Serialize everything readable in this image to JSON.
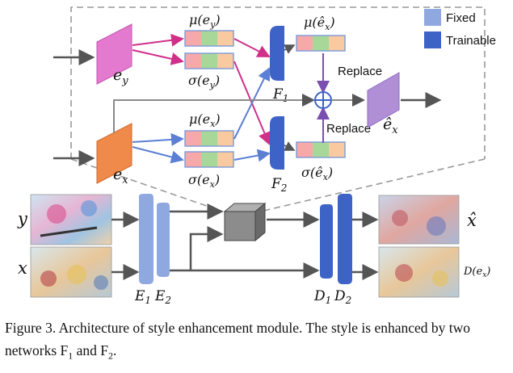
{
  "legend": {
    "fixed_label": "Fixed",
    "trainable_label": "Trainable",
    "fixed_color": "#8fa9e0",
    "trainable_color": "#3d63c7"
  },
  "module": {
    "e_y": "e",
    "e_y_sub": "y",
    "e_x": "e",
    "e_x_sub": "x",
    "mu_e_y": "μ(e",
    "sigma_e_y": "σ(e",
    "mu_e_x": "μ(e",
    "sigma_e_x": "σ(e",
    "mu_hat": "μ(ê",
    "sigma_hat": "σ(ê",
    "close_paren": ")",
    "sub_x": "x",
    "sub_y": "y",
    "F1": "F",
    "F1_sub": "1",
    "F2": "F",
    "F2_sub": "2",
    "replace_top": "Replace",
    "replace_bottom": "Replace",
    "e_hat": "ê",
    "e_hat_sub": "x"
  },
  "pipeline": {
    "y_label": "y",
    "x_label": "x",
    "E1": "E",
    "E1_sub": "1",
    "E2": "E",
    "E2_sub": "2",
    "D1": "D",
    "D1_sub": "1",
    "D2": "D",
    "D2_sub": "2",
    "x_hat": "x̂",
    "D_ex": "D(e",
    "D_ex_sub": "x",
    "D_ex_close": ")"
  },
  "stat_colors": [
    "#f7a8a8",
    "#a7d89a",
    "#f9c9a0"
  ],
  "caption": {
    "text": "Figure 3. Architecture of style enhancement module. The style is enhanced by two networks F",
    "f1_sub": "1",
    "and": " and F",
    "f2_sub": "2",
    "end": "."
  }
}
